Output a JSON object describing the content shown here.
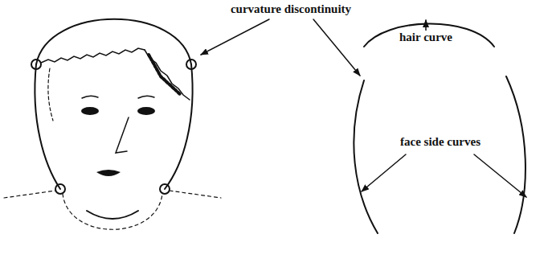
{
  "diagram": {
    "labels": [
      "curvature discontinuity",
      "hair curve",
      "face side curves"
    ]
  }
}
